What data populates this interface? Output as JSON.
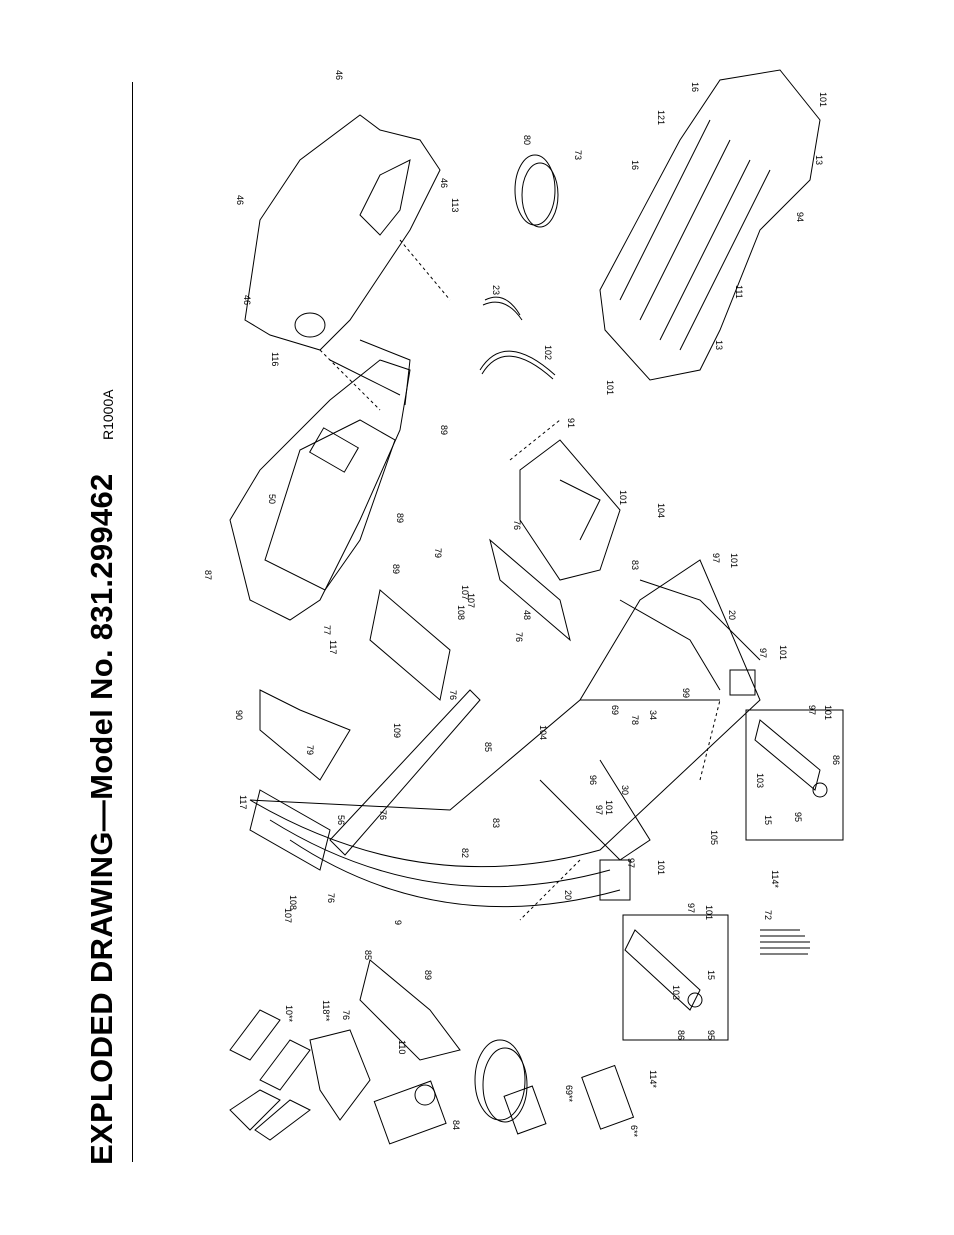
{
  "title": "EXPLODED DRAWING—Model No. 831.299462",
  "drawing_code": "R1000A",
  "part_labels": [
    "46",
    "46",
    "46",
    "46",
    "113",
    "116",
    "80",
    "73",
    "23",
    "102",
    "16",
    "121",
    "16",
    "101",
    "13",
    "94",
    "111",
    "13",
    "101",
    "91",
    "101",
    "104",
    "97",
    "101",
    "20",
    "97",
    "101",
    "50",
    "87",
    "89",
    "89",
    "89",
    "77",
    "117",
    "79",
    "107",
    "108",
    "76",
    "48",
    "76",
    "83",
    "107",
    "76",
    "85",
    "69",
    "78",
    "99",
    "34",
    "104",
    "90",
    "117",
    "79",
    "56",
    "76",
    "82",
    "109",
    "96",
    "97",
    "101",
    "30",
    "83",
    "105",
    "97",
    "101",
    "86",
    "95",
    "103",
    "15",
    "114*",
    "20",
    "97",
    "101",
    "108",
    "107",
    "76",
    "9",
    "85",
    "89",
    "118**",
    "10**",
    "76",
    "110",
    "84",
    "69**",
    "6**",
    "103",
    "97",
    "101",
    "15",
    "95",
    "86",
    "114*",
    "72"
  ]
}
